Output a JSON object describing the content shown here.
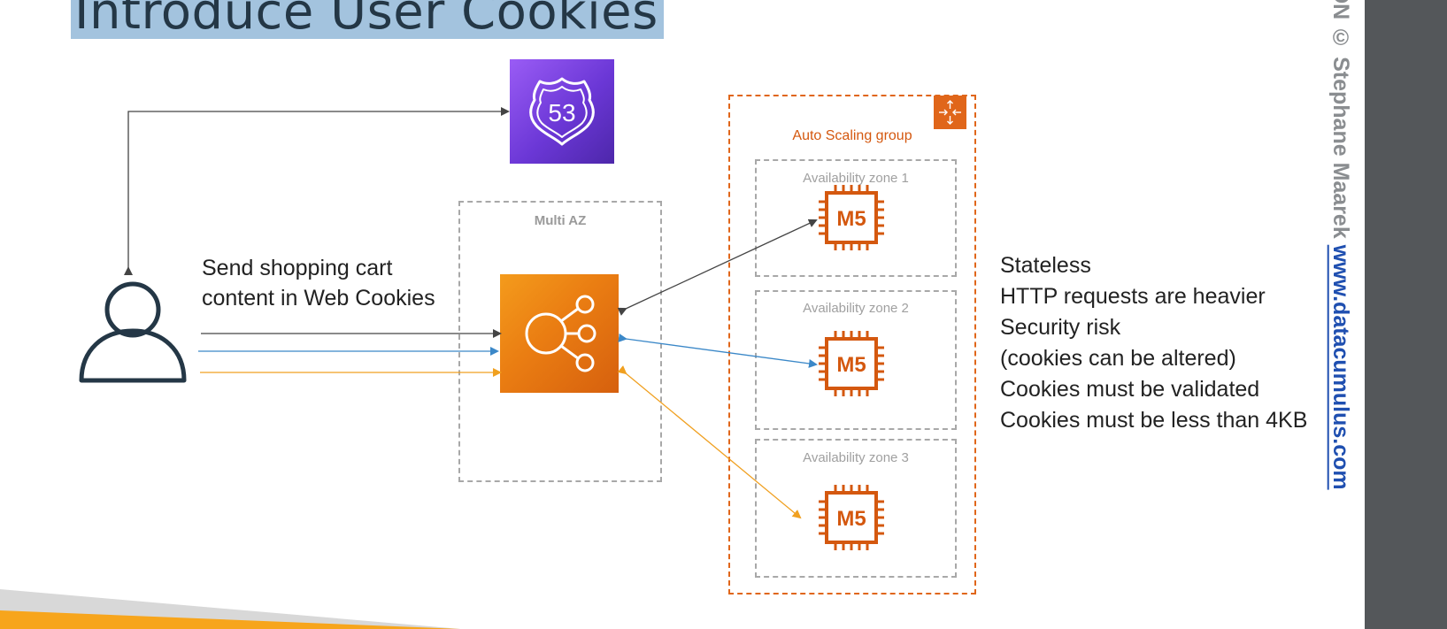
{
  "slide": {
    "title": "Introduce User Cookies",
    "route53_label": "53",
    "multi_az_label": "Multi AZ",
    "auto_scaling_label": "Auto Scaling group",
    "availability_zones": [
      "Availability zone 1",
      "Availability zone 2",
      "Availability zone 3"
    ],
    "instance_label": "M5",
    "client_text_line1": "Send shopping cart",
    "client_text_line2": "content in Web Cookies",
    "notes": [
      "Stateless",
      "HTTP requests are heavier",
      "Security risk",
      "(cookies can be altered)",
      "Cookies must be validated",
      "Cookies must be less than 4KB"
    ],
    "watermark_text": "NOT FOR DISTRIBUTION © Stephane Maarek",
    "watermark_link": "www.datacumulus.com"
  },
  "colors": {
    "title_highlight": "#a3c3de",
    "route53": "#6b37d6",
    "elb": "#ea7d12",
    "asg_border": "#e0661a",
    "instance": "#d4580f",
    "arrow_dark": "#444444",
    "arrow_blue": "#3b88c8",
    "arrow_orange": "#f0a020",
    "right_band": "#54575a",
    "footer_orange": "#f7a51c"
  }
}
